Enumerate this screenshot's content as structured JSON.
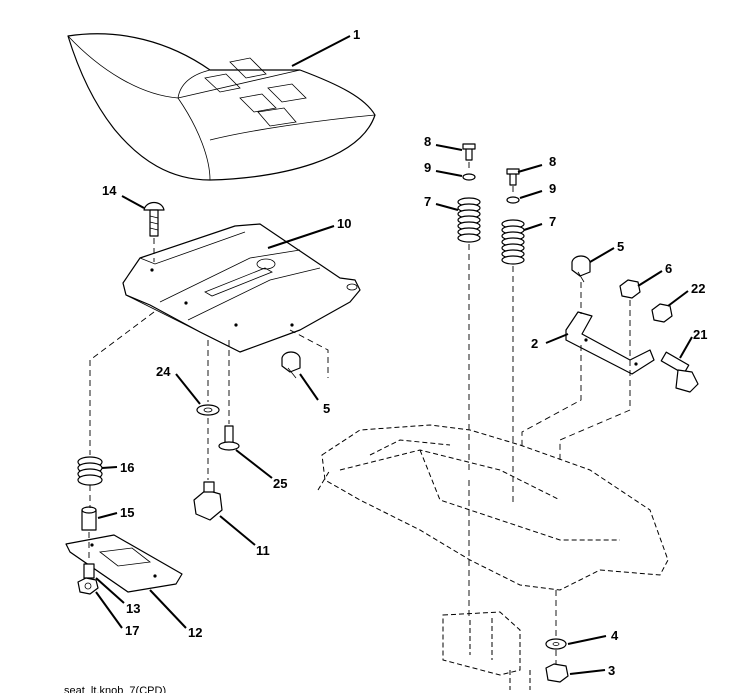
{
  "callouts": {
    "n1": "1",
    "n2": "2",
    "n3": "3",
    "n4": "4",
    "n5a": "5",
    "n5b": "5",
    "n6": "6",
    "n7a": "7",
    "n7b": "7",
    "n8a": "8",
    "n8b": "8",
    "n9a": "9",
    "n9b": "9",
    "n10": "10",
    "n11": "11",
    "n12": "12",
    "n13": "13",
    "n14": "14",
    "n15": "15",
    "n16": "16",
    "n17": "17",
    "n21": "21",
    "n22": "22",
    "n24": "24",
    "n25": "25"
  },
  "footer": {
    "text": "seat_lt.knob_7(CPD)"
  }
}
